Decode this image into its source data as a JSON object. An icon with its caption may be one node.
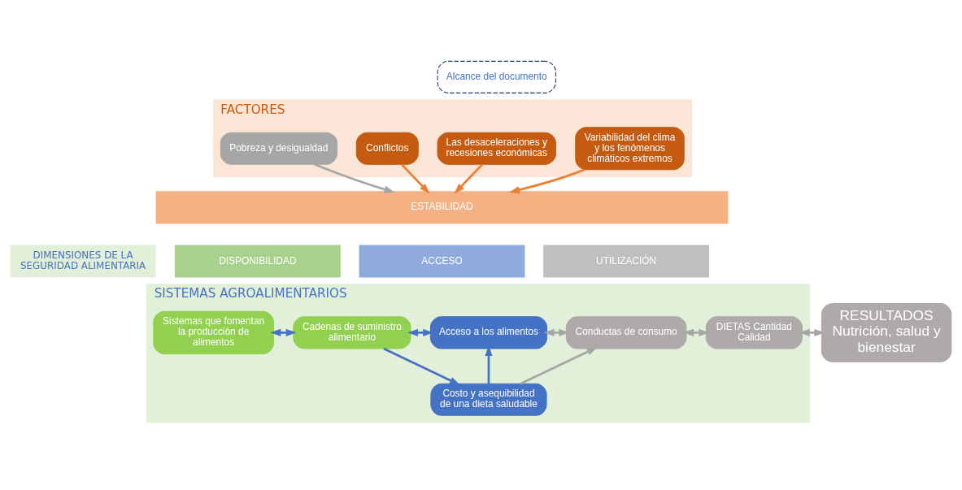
{
  "diagram": {
    "nodes": [
      {
        "text": [
          "Alcance del documento"
        ]
      },
      {
        "text": [
          "FACTORES"
        ]
      },
      {
        "text": [
          "Variabilidad del clima y los fenómenos climáticos extremos"
        ],
        "in": 1
      },
      {
        "text": [
          "Las desaceleraciones y recesiones económicas"
        ],
        "in": 1
      },
      {
        "text": [
          "Conflictos"
        ],
        "in": 1
      },
      {
        "text": [
          "Pobreza y desigualdad"
        ],
        "in": 1
      },
      {
        "text": [
          "DIMENSIONES DE LA SEGURIDAD ALIMENTARIA"
        ]
      },
      {
        "text": [
          "ESTABILIDAD"
        ]
      },
      {
        "text": [
          "DISPONIBILIDAD"
        ]
      },
      {
        "text": [
          "ACCESO"
        ]
      },
      {
        "text": [
          "UTILIZACIÓN"
        ]
      },
      {
        "text": [
          "SISTEMAS AGROALIMENTARIOS"
        ]
      },
      {
        "text": [
          "Sistemas que fomentan la producción de alimentos"
        ],
        "in": 11
      },
      {
        "text": [
          "Cadenas de suministro alimentario"
        ],
        "in": 11
      },
      {
        "text": [
          "Acceso a los alimentos"
        ],
        "in": 11
      },
      {
        "text": [
          "Costo y asequibilidad de una dieta saludable"
        ],
        "in": 11
      },
      {
        "text": [
          "Conductas de consumo"
        ],
        "in": 11
      },
      {
        "text": [
          "DIETAS Cantidad Calidad"
        ],
        "in": 11
      },
      {
        "text": [
          "RESULTADOS",
          "Nutrición, salud y bienestar"
        ]
      }
    ],
    "edges": [
      {
        "from": 2,
        "to": 7,
        "arrow": "to",
        "color": "#ed7d31"
      },
      {
        "from": 3,
        "to": 7,
        "arrow": "to",
        "color": "#ed7d31"
      },
      {
        "from": 4,
        "to": 7,
        "arrow": "to",
        "color": "#ed7d31"
      },
      {
        "from": 5,
        "to": 7,
        "arrow": "to",
        "color": "#a6a6a6"
      },
      {
        "from": 12,
        "to": 13,
        "arrow": "both",
        "color": "#4472c4"
      },
      {
        "from": 13,
        "to": 14,
        "arrow": "both",
        "color": "#4472c4"
      },
      {
        "from": 13,
        "to": 15,
        "arrow": "to",
        "color": "#4472c4"
      },
      {
        "from": 15,
        "to": 14,
        "arrow": "to",
        "color": "#4472c4"
      },
      {
        "from": 14,
        "to": 16,
        "arrow": "both",
        "color": "#a6a6a6"
      },
      {
        "from": 15,
        "to": 16,
        "arrow": "to",
        "color": "#a6a6a6"
      },
      {
        "from": 16,
        "to": 17,
        "arrow": "both",
        "color": "#a6a6a6"
      },
      {
        "from": 17,
        "to": 18,
        "arrow": "both",
        "color": "#a6a6a6"
      }
    ]
  }
}
